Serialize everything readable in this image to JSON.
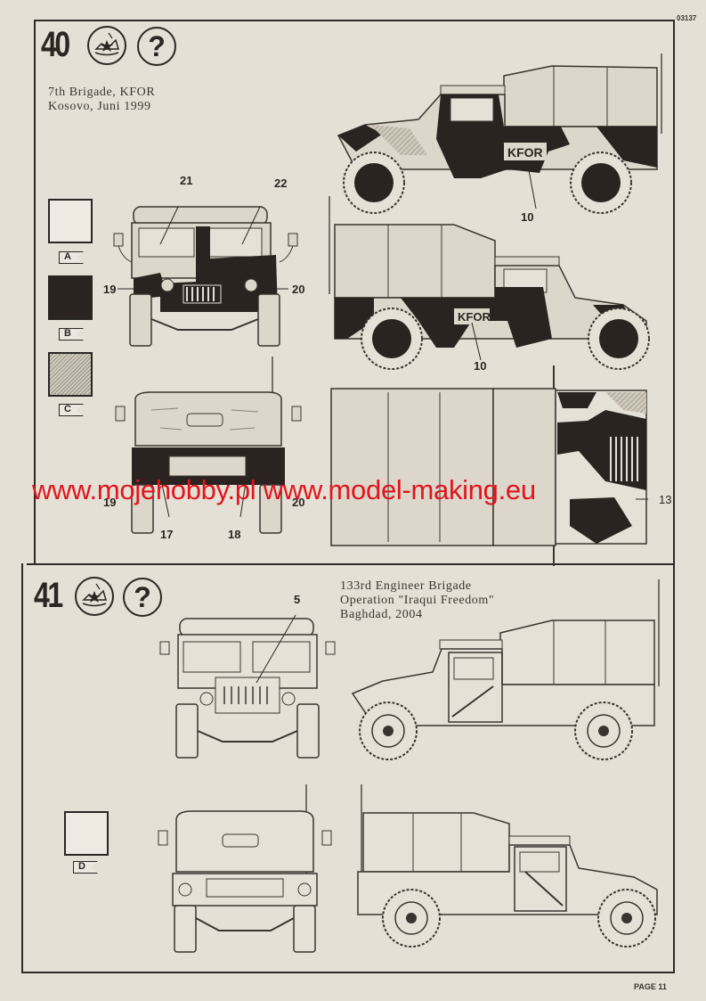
{
  "page": {
    "code": "03137",
    "footer": "PAGE 11",
    "background": "#e5e0d5"
  },
  "watermark": {
    "text": "www.mojehobby.pl www.model-making.eu",
    "color": "#e0151d"
  },
  "steps": [
    {
      "number": "40",
      "icons": [
        "paint-decal-icon",
        "help-question-icon"
      ],
      "question_glyph": "?",
      "caption": [
        "7th Brigade, KFOR",
        "Kosovo, Juni 1999"
      ],
      "color_keys": [
        {
          "label": "A",
          "fill": "white"
        },
        {
          "label": "B",
          "fill": "black"
        },
        {
          "label": "C",
          "fill": "hatched"
        }
      ],
      "callouts": {
        "front": [
          "21",
          "22",
          "19",
          "20"
        ],
        "rear": [
          "19",
          "20",
          "17",
          "18"
        ],
        "side_right": [
          "10"
        ],
        "side_left": [
          "10"
        ],
        "top": [
          "13"
        ]
      },
      "decal_text": "KFOR"
    },
    {
      "number": "41",
      "icons": [
        "paint-decal-icon",
        "help-question-icon"
      ],
      "question_glyph": "?",
      "caption": [
        "133rd Engineer Brigade",
        "Operation \"Iraqui Freedom\"",
        "Baghdad, 2004"
      ],
      "color_keys": [
        {
          "label": "D",
          "fill": "white"
        }
      ],
      "callouts": {
        "front": [
          "5"
        ]
      }
    }
  ]
}
